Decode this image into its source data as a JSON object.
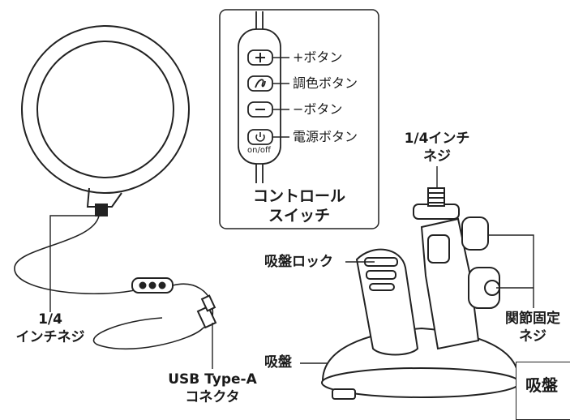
{
  "control_panel": {
    "title_line1": "コントロール",
    "title_line2": "スイッチ",
    "buttons": [
      {
        "label": "+ボタン",
        "icon": "plus-icon"
      },
      {
        "label": "調色ボタン",
        "icon": "color-temperature-icon"
      },
      {
        "label": "−ボタン",
        "icon": "minus-icon"
      },
      {
        "label": "電源ボタン",
        "icon": "power-icon"
      }
    ],
    "power_sublabel": "on/off"
  },
  "ring_light": {
    "screw_label_line1": "1/4",
    "screw_label_line2": "インチネジ",
    "usb_label_line1": "USB Type-A",
    "usb_label_line2": "コネクタ"
  },
  "mount": {
    "top_screw_line1": "1/4インチ",
    "top_screw_line2": "ネジ",
    "suction_lock": "吸盤ロック",
    "joint_screw_line1": "関節固定",
    "joint_screw_line2": "ネジ",
    "suction_cup": "吸盤",
    "corner_tag": "吸盤"
  }
}
